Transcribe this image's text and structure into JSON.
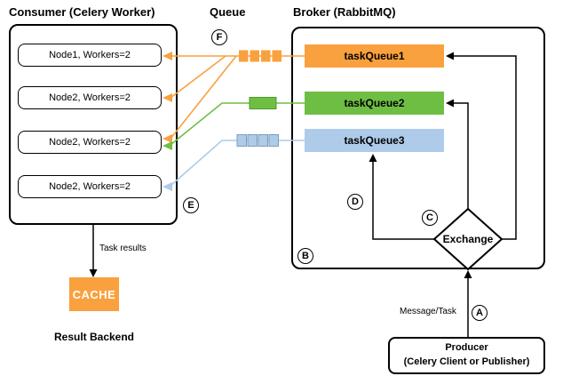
{
  "titles": {
    "consumer": "Consumer (Celery Worker)",
    "queue": "Queue",
    "broker": "Broker (RabbitMQ)"
  },
  "consumer": {
    "nodes": [
      "Node1, Workers=2",
      "Node2, Workers=2",
      "Node2, Workers=2",
      "Node2, Workers=2"
    ]
  },
  "broker": {
    "queues": [
      {
        "label": "taskQueue1",
        "color": "#F9A13E"
      },
      {
        "label": "taskQueue2",
        "color": "#6FBE44"
      },
      {
        "label": "taskQueue3",
        "color": "#AECBEA"
      }
    ],
    "exchange_label": "Exchange"
  },
  "markers": {
    "a": "A",
    "b": "B",
    "c": "C",
    "d": "D",
    "e": "E",
    "f": "F"
  },
  "result_backend": {
    "cache_label": "CACHE",
    "caption": "Result Backend",
    "color": "#F9A13E"
  },
  "producer": {
    "line1": "Producer",
    "line2": "(Celery Client or Publisher)"
  },
  "edge_labels": {
    "task_results": "Task results",
    "message_task": "Message/Task"
  },
  "colors": {
    "orange": "#F9A13E",
    "green": "#6FBE44",
    "light_blue": "#AECBEA",
    "outline": "#000000"
  }
}
